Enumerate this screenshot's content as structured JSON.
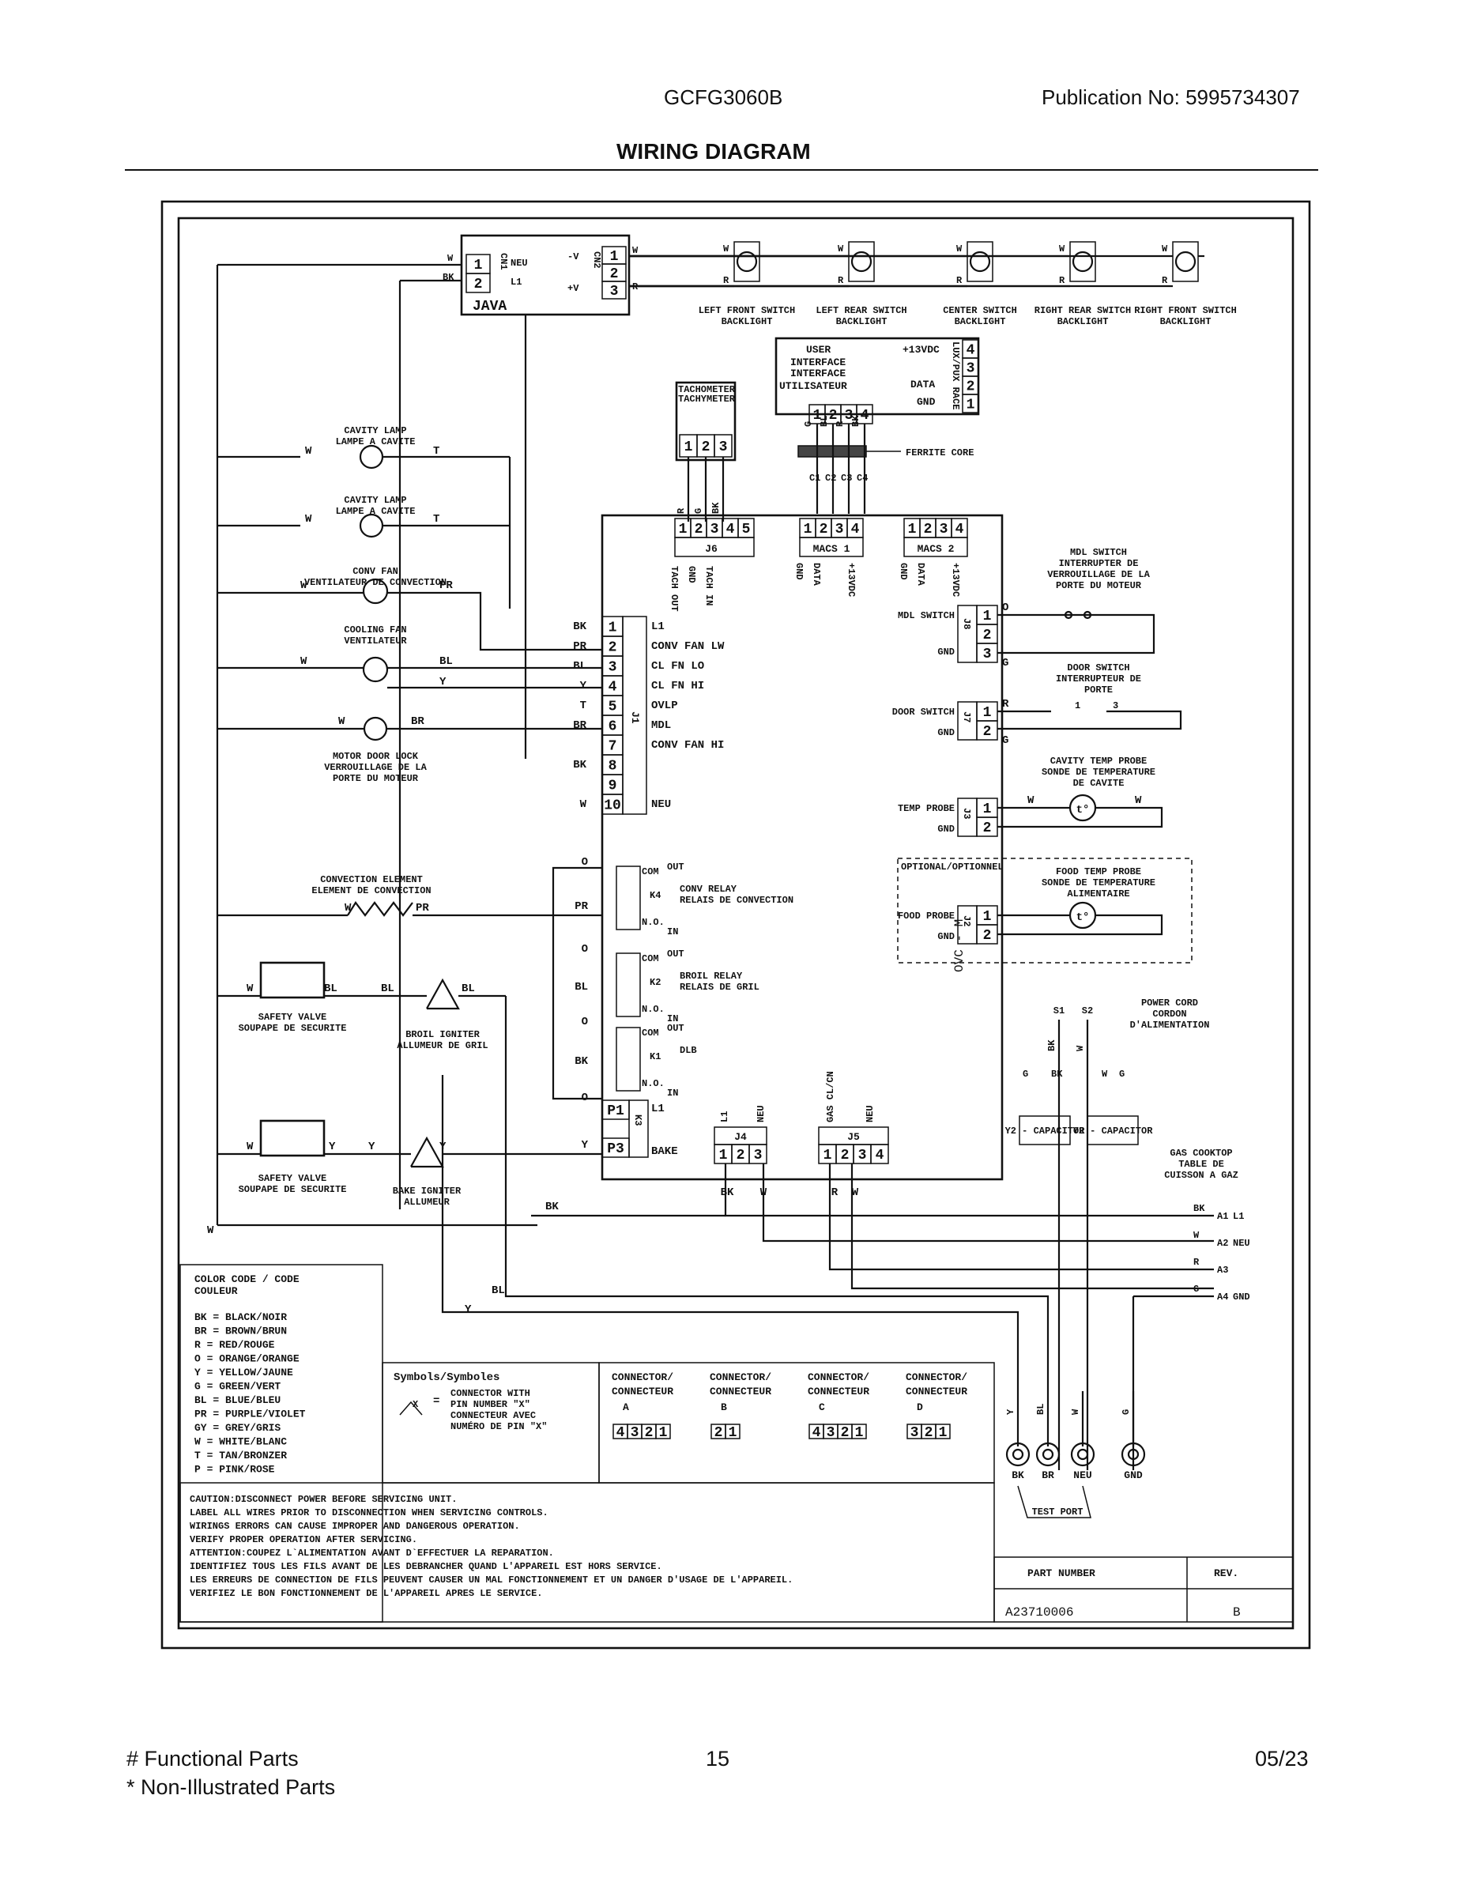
{
  "header": {
    "model": "GCFG3060B",
    "publication": "Publication No:  5995734307",
    "title": "WIRING DIAGRAM"
  },
  "footer": {
    "functional_parts": "# Functional Parts",
    "non_illustrated": "* Non-Illustrated Parts",
    "page": "15",
    "date": "05/23"
  },
  "java": {
    "name": "JAVA",
    "cn1": "CN1",
    "cn2": "CN2",
    "pins_left": [
      "1",
      "2"
    ],
    "pins_right": [
      "1",
      "2",
      "3"
    ],
    "neu": "NEU",
    "l1": "L1",
    "neg_v": "-V",
    "pos_v": "+V",
    "wire_w": "W",
    "wire_bk": "BK",
    "wire_r": "R"
  },
  "switches": [
    {
      "label": "LEFT FRONT SWITCH\nBACKLIGHT"
    },
    {
      "label": "LEFT REAR SWITCH\nBACKLIGHT"
    },
    {
      "label": "CENTER SWITCH\nBACKLIGHT"
    },
    {
      "label": "RIGHT REAR SWITCH\nBACKLIGHT"
    },
    {
      "label": "RIGHT FRONT SWITCH\nBACKLIGHT"
    }
  ],
  "ui": {
    "line1": "USER",
    "line2": "INTERFACE",
    "line3": "INTERFACE",
    "line4": "UTILISATEUR",
    "v13": "+13VDC",
    "data": "DATA",
    "gnd": "GND",
    "side": "LUX/PUX RACE",
    "pins": [
      "1",
      "2",
      "3",
      "4"
    ],
    "pins_v": [
      "4",
      "3",
      "2",
      "1"
    ],
    "ferrite": "FERRITE CORE",
    "wires": [
      "G",
      "BL",
      "R",
      "BK"
    ]
  },
  "tach": {
    "line1": "TACHOMETER",
    "line2": "TACHYMETER",
    "pins": [
      "1",
      "2",
      "3"
    ],
    "wires": [
      "R",
      "G",
      "BK"
    ]
  },
  "j6": {
    "name": "J6",
    "pins": [
      "1",
      "2",
      "3",
      "4",
      "5"
    ],
    "sub": [
      "TACH OUT",
      "GND",
      "TACH IN"
    ]
  },
  "macs1": {
    "name": "MACS 1",
    "pins": [
      "1",
      "2",
      "3",
      "4"
    ],
    "sub": [
      "GND",
      "DATA",
      "+13VDC"
    ]
  },
  "macs2": {
    "name": "MACS 2",
    "pins": [
      "1",
      "2",
      "3",
      "4"
    ],
    "sub": [
      "GND",
      "DATA",
      "+13VDC"
    ]
  },
  "conn_sym": [
    "C1",
    "C2",
    "C3",
    "C4"
  ],
  "left_loads": {
    "lamp1": "CAVITY LAMP\nLAMPE A CAVITE",
    "lamp2": "CAVITY LAMP\nLAMPE A CAVITE",
    "conv_fan": "CONV FAN\nVENTILATEUR DE CONVECTION",
    "cool_fan": "COOLING FAN\nVENTILATEUR",
    "door_lock": "MOTOR DOOR LOCK\nVERROUILLAGE DE LA\nPORTE DU MOTEUR",
    "conv_elem": "CONVECTION ELEMENT\nELEMENT DE CONVECTION",
    "safety1": "SAFETY VALVE\nSOUPAPE DE SECURITE",
    "broil_ign": "BROIL IGNITER\nALLUMEUR DE GRIL",
    "safety2": "SAFETY VALVE\nSOUPAPE DE SECURITE",
    "bake_ign": "BAKE IGNITER\nALLUMEUR"
  },
  "wire_labels": {
    "w": "W",
    "t": "T",
    "pr": "PR",
    "bl": "BL",
    "y": "Y",
    "br": "BR",
    "bk": "BK",
    "o": "O",
    "g": "G",
    "r": "R"
  },
  "j1": {
    "name": "J1",
    "pins": [
      "1",
      "2",
      "3",
      "4",
      "5",
      "6",
      "7",
      "8",
      "9",
      "10"
    ],
    "wires": [
      "BK",
      "PR",
      "BL",
      "Y",
      "T",
      "BR",
      "",
      "BK",
      "",
      "W"
    ],
    "functions": [
      "L1",
      "CONV FAN LW",
      "CL FN LO",
      "CL FN HI",
      "OVLP",
      "MDL",
      "CONV FAN HI",
      "",
      "",
      "NEU"
    ]
  },
  "relays": {
    "com": "COM",
    "out": "OUT",
    "in": "IN",
    "no": "N.O.",
    "k4": "K4",
    "k2": "K2",
    "k1": "K1",
    "k3": "K3",
    "conv": "CONV RELAY\nRELAIS DE CONVECTION",
    "broil": "BROIL RELAY\nRELAIS DE GRIL",
    "dlb": "DLB",
    "p1": "P1",
    "p3": "P3",
    "l1": "L1",
    "bake": "BAKE"
  },
  "j4": {
    "name": "J4",
    "pins": [
      "1",
      "2",
      "3"
    ],
    "top": [
      "L1",
      "NEU"
    ],
    "wires": [
      "BK",
      "W"
    ]
  },
  "j5": {
    "name": "J5",
    "pins": [
      "1",
      "2",
      "3",
      "4"
    ],
    "top": [
      "GAS CL/CN",
      "NEU"
    ],
    "wires": [
      "R",
      "W"
    ]
  },
  "board": "OVC - M",
  "right": {
    "j8": "J8",
    "mdl_switch": "MDL SWITCH",
    "mdl_title": "MDL SWITCH\nINTERRUPTER DE\nVERROUILLAGE DE LA\nPORTE DU MOTEUR",
    "j7": "J7",
    "door_switch": "DOOR SWITCH",
    "door_title": "DOOR SWITCH\nINTERRUPTEUR DE\nPORTE",
    "j3": "J3",
    "temp_probe": "TEMP PROBE",
    "cav_title": "CAVITY TEMP PROBE\nSONDE DE TEMPERATURE\nDE CAVITE",
    "j2": "J2",
    "food_probe": "FOOD PROBE",
    "food_title": "FOOD TEMP PROBE\nSONDE DE TEMPERATURE\nALIMENTAIRE",
    "optional": "OPTIONAL/OPTIONNEL",
    "gnd": "GND",
    "pins2": [
      "1",
      "2"
    ],
    "pins3": [
      "1",
      "2",
      "3"
    ],
    "sw_nums": [
      "1",
      "3"
    ],
    "t_symbol": "t°"
  },
  "power": {
    "cord": "POWER CORD\nCORDON\nD'ALIMENTATION",
    "cap": "Y2 - CAPACITOR",
    "cooktop": "GAS COOKTOP\nTABLE DE\nCUISSON A GAZ",
    "cooktop_pins": [
      "L1",
      "NEU",
      "",
      "GND"
    ],
    "cooktop_nums": [
      "A1",
      "A2",
      "A3",
      "A4"
    ],
    "cooktop_wires": [
      "BK",
      "W",
      "R",
      "G"
    ],
    "s1": "S1",
    "s2": "S2",
    "terms": [
      "BK",
      "BR",
      "NEU",
      "GND"
    ],
    "term_wires": [
      "Y",
      "BL",
      "W",
      "G"
    ],
    "test_port": "TEST PORT"
  },
  "legend": {
    "title": "COLOR CODE / CODE\nCOULEUR",
    "entries": [
      "BK = BLACK/NOIR",
      "BR = BROWN/BRUN",
      "R  = RED/ROUGE",
      "O  = ORANGE/ORANGE",
      "Y  = YELLOW/JAUNE",
      "G  = GREEN/VERT",
      "BL = BLUE/BLEU",
      "PR = PURPLE/VIOLET",
      "GY = GREY/GRIS",
      "W  = WHITE/BLANC",
      "T  = TAN/BRONZER",
      "P  = PINK/ROSE"
    ]
  },
  "symbols": {
    "title": "Symbols/Symboles",
    "desc": "CONNECTOR WITH\nPIN NUMBER \"X\"\nCONNECTEUR AVEC\nNUMÉRO DE PIN \"X\"",
    "x": "X"
  },
  "connectors": [
    {
      "l1": "CONNECTOR/",
      "l2": "CONNECTEUR",
      "id": "A",
      "pins": [
        "4",
        "3",
        "2",
        "1"
      ]
    },
    {
      "l1": "CONNECTOR/",
      "l2": "CONNECTEUR",
      "id": "B",
      "pins": [
        "2",
        "1"
      ]
    },
    {
      "l1": "CONNECTOR/",
      "l2": "CONNECTEUR",
      "id": "C",
      "pins": [
        "4",
        "3",
        "2",
        "1"
      ]
    },
    {
      "l1": "CONNECTOR/",
      "l2": "CONNECTEUR",
      "id": "D",
      "pins": [
        "3",
        "2",
        "1"
      ]
    }
  ],
  "caution": {
    "lines": [
      "CAUTION:DISCONNECT POWER BEFORE SERVICING UNIT.",
      "        LABEL ALL WIRES PRIOR TO DISCONNECTION WHEN SERVICING CONTROLS.",
      "        WIRINGS ERRORS CAN CAUSE IMPROPER AND DANGEROUS OPERATION.",
      "        VERIFY PROPER OPERATION AFTER SERVICING.",
      "ATTENTION:COUPEZ L`ALIMENTATION AVANT D`EFFECTUER LA REPARATION.",
      "        IDENTIFIEZ TOUS LES FILS AVANT DE LES DEBRANCHER QUAND L'APPAREIL EST HORS SERVICE.",
      "        LES ERREURS DE CONNECTION DE FILS PEUVENT CAUSER UN MAL FONCTIONNEMENT ET UN DANGER D'USAGE DE L'APPAREIL.",
      "        VERIFIEZ LE BON FONCTIONNEMENT DE L'APPAREIL APRES LE SERVICE."
    ]
  },
  "part": {
    "label": "PART NUMBER",
    "rev_label": "REV.",
    "number": "A23710006",
    "rev": "B"
  }
}
